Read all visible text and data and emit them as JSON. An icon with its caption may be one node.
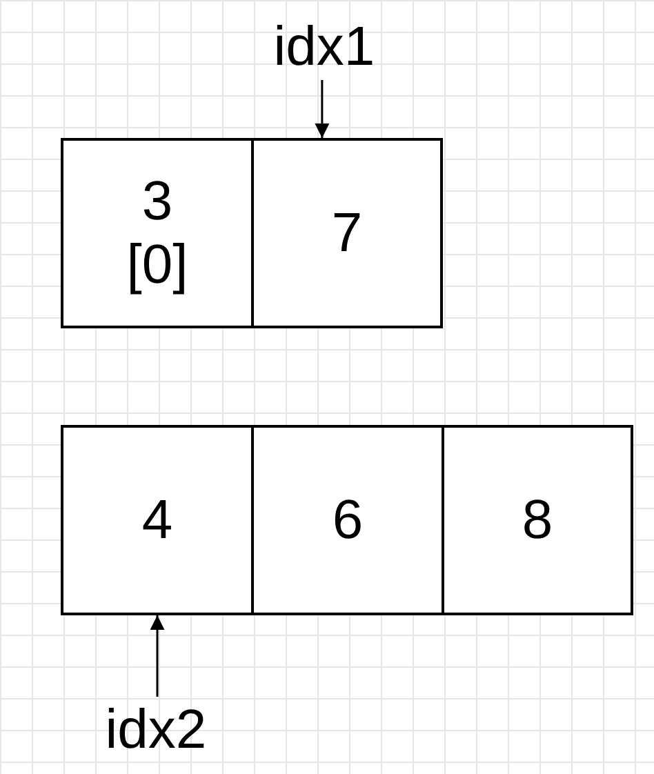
{
  "diagram": {
    "nodes": [
      {
        "text": [
          "idx1"
        ]
      },
      {
        "text": [
          "3",
          "[0]"
        ]
      },
      {
        "text": [
          "7"
        ]
      },
      {
        "text": [
          "4"
        ]
      },
      {
        "text": [
          "6"
        ]
      },
      {
        "text": [
          "8"
        ]
      },
      {
        "text": [
          "idx2"
        ]
      }
    ],
    "edges": [
      {
        "from": 0,
        "to": 2,
        "arrow": "to"
      },
      {
        "from": 6,
        "to": 3,
        "arrow": "to"
      }
    ]
  }
}
